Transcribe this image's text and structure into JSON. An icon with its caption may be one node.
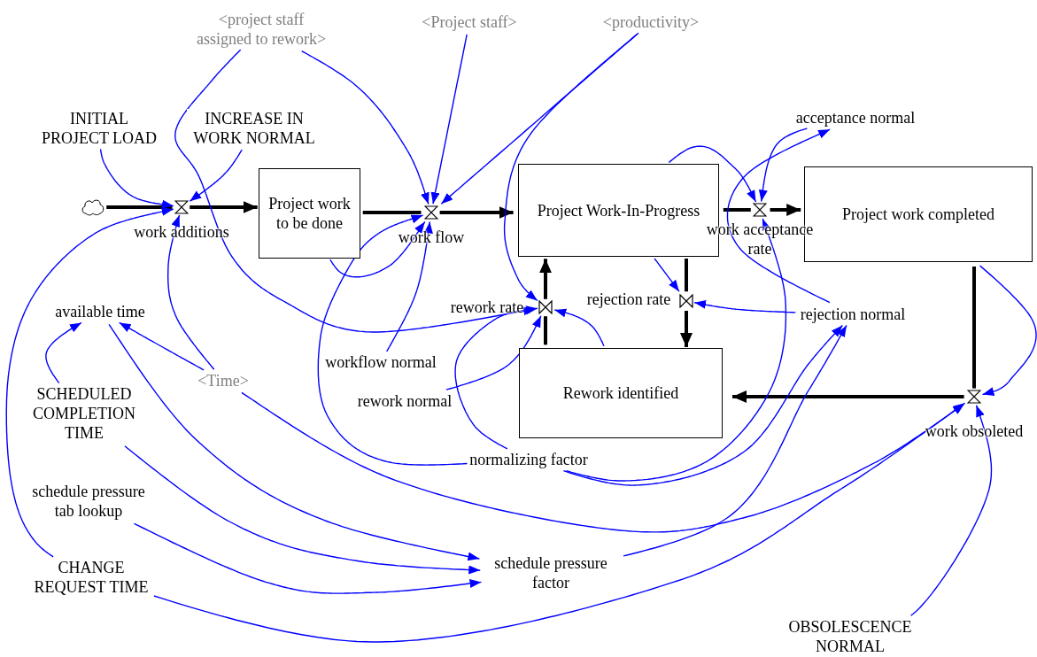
{
  "diagram": {
    "nodes": [
      {
        "text": [],
        "shape": "cloud"
      },
      {
        "text": [
          "INITIAL PROJECT LOAD"
        ]
      },
      {
        "text": [
          "INCREASE IN WORK NORMAL"
        ]
      },
      {
        "text": [],
        "shape": "valve",
        "beside": [
          "work additions"
        ]
      },
      {
        "text": [
          "Project work to be done"
        ]
      },
      {
        "text": [
          "<project staff assigned to rework>"
        ]
      },
      {
        "text": [
          "<Project staff>"
        ]
      },
      {
        "text": [
          "<productivity>"
        ]
      },
      {
        "text": [],
        "shape": "valve",
        "beside": [
          "work flow"
        ]
      },
      {
        "text": [
          "Project Work-In-Progress"
        ]
      },
      {
        "text": [
          "acceptance normal"
        ]
      },
      {
        "text": [],
        "shape": "valve",
        "beside": [
          "work acceptance rate"
        ]
      },
      {
        "text": [
          "Project work completed"
        ]
      },
      {
        "text": [
          "available time"
        ]
      },
      {
        "text": [],
        "shape": "valve",
        "beside": [
          "rework rate"
        ]
      },
      {
        "text": [],
        "shape": "valve",
        "beside": [
          "rejection rate"
        ]
      },
      {
        "text": [
          "rejection normal"
        ]
      },
      {
        "text": [
          "workflow normal"
        ]
      },
      {
        "text": [
          "<Time>"
        ]
      },
      {
        "text": [
          "SCHEDULED COMPLETION TIME"
        ]
      },
      {
        "text": [
          "rework normal"
        ]
      },
      {
        "text": [
          "Rework identified"
        ]
      },
      {
        "text": [],
        "shape": "valve",
        "beside": [
          "work obsoleted"
        ]
      },
      {
        "text": [
          "normalizing factor"
        ]
      },
      {
        "text": [
          "schedule pressure tab lookup"
        ]
      },
      {
        "text": [
          "schedule pressure factor"
        ]
      },
      {
        "text": [
          "CHANGE REQUEST TIME"
        ]
      },
      {
        "text": [
          "OBSOLESCENCE NORMAL"
        ]
      }
    ],
    "edges": [
      {
        "from": 0,
        "to": 3,
        "arrow": "none",
        "style": "thick",
        "color": "#000000"
      },
      {
        "from": 3,
        "to": 4,
        "arrow": "to",
        "style": "thick",
        "color": "#000000"
      },
      {
        "from": 4,
        "to": 8,
        "arrow": "none",
        "style": "thick",
        "color": "#000000"
      },
      {
        "from": 8,
        "to": 9,
        "arrow": "to",
        "style": "thick",
        "color": "#000000"
      },
      {
        "from": 9,
        "to": 11,
        "arrow": "none",
        "style": "thick",
        "color": "#000000"
      },
      {
        "from": 11,
        "to": 12,
        "arrow": "to",
        "style": "thick",
        "color": "#000000"
      },
      {
        "from": 21,
        "to": 14,
        "arrow": "none",
        "style": "thick",
        "color": "#000000"
      },
      {
        "from": 14,
        "to": 9,
        "arrow": "to",
        "style": "thick",
        "color": "#000000"
      },
      {
        "from": 9,
        "to": 15,
        "arrow": "none",
        "style": "thick",
        "color": "#000000"
      },
      {
        "from": 15,
        "to": 21,
        "arrow": "to",
        "style": "thick",
        "color": "#000000"
      },
      {
        "from": 12,
        "to": 22,
        "arrow": "none",
        "style": "thick",
        "color": "#000000"
      },
      {
        "from": 22,
        "to": 21,
        "arrow": "to",
        "style": "thick",
        "color": "#000000"
      },
      {
        "from": 1,
        "to": 3,
        "arrow": "to"
      },
      {
        "from": 2,
        "to": 3,
        "arrow": "to"
      },
      {
        "from": 26,
        "to": 3,
        "arrow": "to"
      },
      {
        "from": 18,
        "to": 3,
        "arrow": "to"
      },
      {
        "from": 5,
        "to": 8,
        "arrow": "to"
      },
      {
        "from": 5,
        "to": 14,
        "arrow": "to"
      },
      {
        "from": 6,
        "to": 8,
        "arrow": "to"
      },
      {
        "from": 7,
        "to": 8,
        "arrow": "to"
      },
      {
        "from": 7,
        "to": 14,
        "arrow": "to"
      },
      {
        "from": 4,
        "to": 8,
        "arrow": "to"
      },
      {
        "from": 17,
        "to": 8,
        "arrow": "to"
      },
      {
        "from": 23,
        "to": 8,
        "arrow": "to"
      },
      {
        "from": 9,
        "to": 11,
        "arrow": "to"
      },
      {
        "from": 10,
        "to": 11,
        "arrow": "to"
      },
      {
        "from": 16,
        "to": 10,
        "arrow": "to"
      },
      {
        "from": 23,
        "to": 11,
        "arrow": "to"
      },
      {
        "from": 9,
        "to": 15,
        "arrow": "to"
      },
      {
        "from": 16,
        "to": 15,
        "arrow": "to"
      },
      {
        "from": 23,
        "to": 16,
        "arrow": "to"
      },
      {
        "from": 25,
        "to": 16,
        "arrow": "to"
      },
      {
        "from": 21,
        "to": 14,
        "arrow": "to"
      },
      {
        "from": 20,
        "to": 14,
        "arrow": "to"
      },
      {
        "from": 23,
        "to": 14,
        "arrow": "to"
      },
      {
        "from": 12,
        "to": 22,
        "arrow": "to"
      },
      {
        "from": 18,
        "to": 22,
        "arrow": "to"
      },
      {
        "from": 26,
        "to": 22,
        "arrow": "to"
      },
      {
        "from": 27,
        "to": 22,
        "arrow": "to"
      },
      {
        "from": 19,
        "to": 13,
        "arrow": "to"
      },
      {
        "from": 18,
        "to": 13,
        "arrow": "to"
      },
      {
        "from": 13,
        "to": 25,
        "arrow": "to"
      },
      {
        "from": 19,
        "to": 25,
        "arrow": "to"
      },
      {
        "from": 24,
        "to": 25,
        "arrow": "to"
      }
    ]
  }
}
